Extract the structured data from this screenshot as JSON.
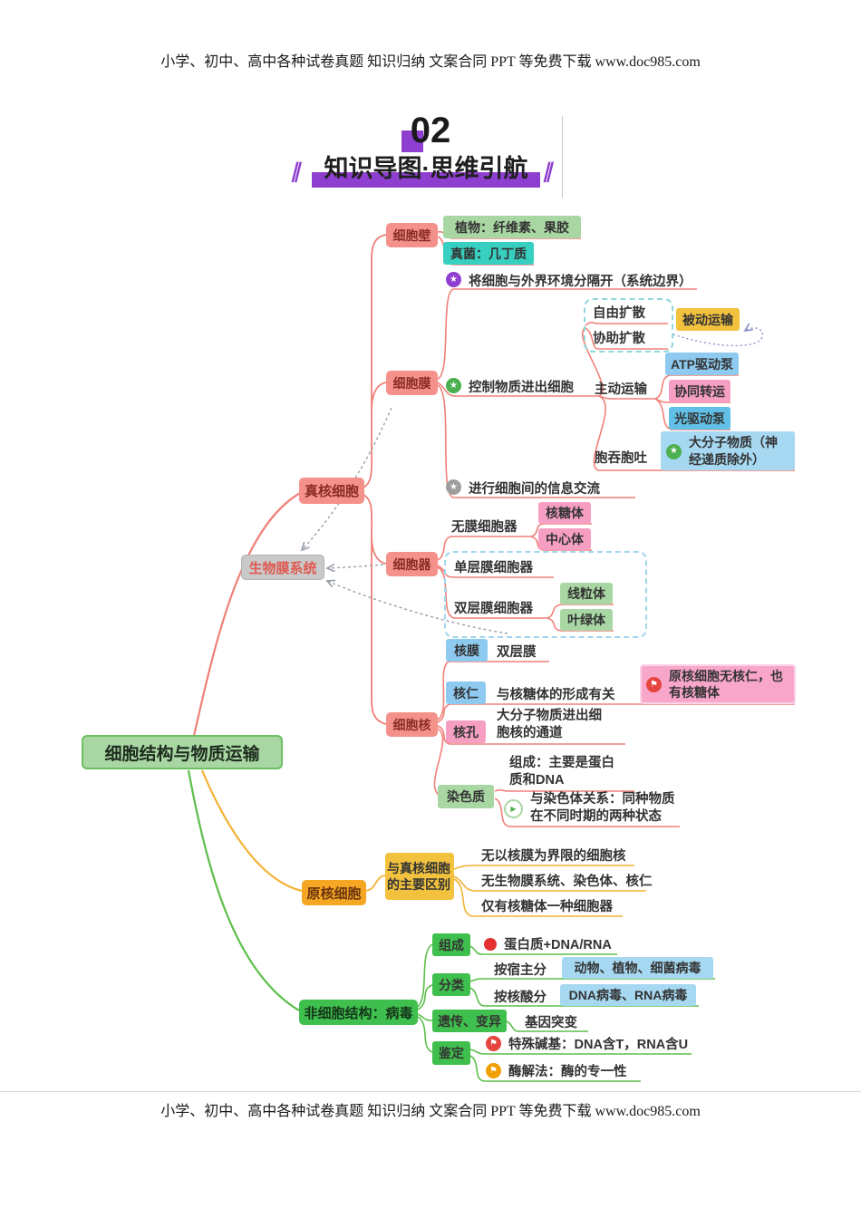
{
  "page": {
    "header": "小学、初中、高中各种试卷真题 知识归纳 文案合同 PPT 等免费下载   www.doc985.com",
    "footer": "小学、初中、高中各种试卷真题 知识归纳 文案合同 PPT 等免费下载   www.doc985.com"
  },
  "title": {
    "number": "02",
    "heading": "知识导图·思维引航"
  },
  "icons": {
    "star": "★",
    "flag": "⚑",
    "play": "▶",
    "parallel": "∥"
  },
  "palette": {
    "branch_eukaryote": "#f08078",
    "branch_prokaryote": "#f3b233",
    "branch_virus": "#5cbf4a",
    "salmon_box": "#f5918b",
    "green_box": "#a9d7a3",
    "teal_box": "#36cfc0",
    "gold_box": "#f2c23e",
    "blue_box": "#8ecaf0",
    "pink_box": "#f79fc2",
    "skyblue_box": "#a6d8f2",
    "virus_green": "#3fbf4d",
    "gray_box": "#c9c9c9",
    "title_purple": "#8e3fd0"
  },
  "mindmap": {
    "root": "细胞结构与物质运输",
    "biomembrane": "生物膜系统",
    "eukaryote": {
      "label": "真核细胞",
      "cell_wall": {
        "label": "细胞壁",
        "plant": "植物：纤维素、果胶",
        "fungus": "真菌：几丁质"
      },
      "cell_membrane": {
        "label": "细胞膜",
        "boundary": "将细胞与外界环境分隔开（系统边界）",
        "control": "控制物质进出细胞",
        "info": "进行细胞间的信息交流",
        "free_diffusion": "自由扩散",
        "assisted_diffusion": "协助扩散",
        "passive_transport": "被动运输",
        "active_transport": "主动运输",
        "atp_pump": "ATP驱动泵",
        "cotransport": "协同转运",
        "light_pump": "光驱动泵",
        "endocytosis": "胞吞胞吐",
        "macromolecule": "大分子物质（神经递质除外）"
      },
      "organelles": {
        "label": "细胞器",
        "no_membrane": "无膜细胞器",
        "ribosome": "核糖体",
        "centrosome": "中心体",
        "single_membrane": "单层膜细胞器",
        "double_membrane": "双层膜细胞器",
        "mitochondria": "线粒体",
        "chloroplast": "叶绿体"
      },
      "nucleus": {
        "label": "细胞核",
        "nuclear_membrane": "核膜",
        "nuclear_membrane_desc": "双层膜",
        "nucleolus": "核仁",
        "nucleolus_desc": "与核糖体的形成有关",
        "note": "原核细胞无核仁，也有核糖体",
        "nuclear_pore": "核孔",
        "nuclear_pore_desc": "大分子物质进出细胞核的通道",
        "chromatin": "染色质",
        "chromatin_composition": "组成：主要是蛋白质和DNA",
        "chromatin_relation": "与染色体关系：同种物质在不同时期的两种状态"
      }
    },
    "prokaryote": {
      "label": "原核细胞",
      "difference": "与真核细胞的主要区别",
      "items": [
        "无以核膜为界限的细胞核",
        "无生物膜系统、染色体、核仁",
        "仅有核糖体一种细胞器"
      ]
    },
    "virus": {
      "label": "非细胞结构：病毒",
      "composition_label": "组成",
      "composition": "蛋白质+DNA/RNA",
      "classify_label": "分类",
      "by_host": "按宿主分",
      "by_host_value": "动物、植物、细菌病毒",
      "by_acid": "按核酸分",
      "by_acid_value": "DNA病毒、RNA病毒",
      "heredity_label": "遗传、变异",
      "heredity_value": "基因突变",
      "identify_label": "鉴定",
      "special_base": "特殊碱基：DNA含T，RNA含U",
      "enzyme": "酶解法：酶的专一性"
    }
  }
}
